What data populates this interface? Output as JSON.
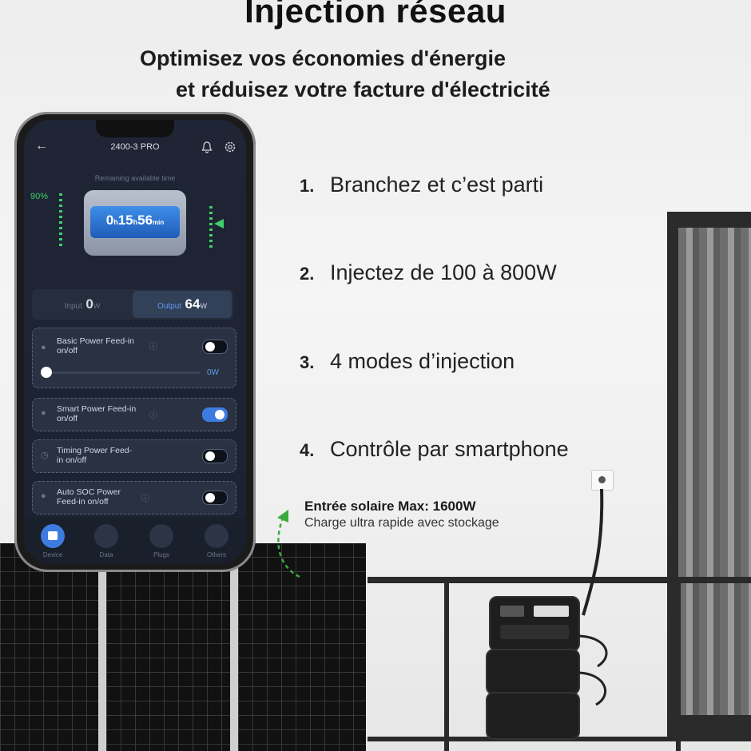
{
  "header": {
    "title": "Injection réseau",
    "subtitle_line1": "Optimisez vos économies d'énergie",
    "subtitle_line2": "et réduisez votre facture d'électricité"
  },
  "steps": [
    {
      "num": "1.",
      "text": "Branchez et c’est parti"
    },
    {
      "num": "2.",
      "text": "Injectez de 100 à 800W"
    },
    {
      "num": "3.",
      "text": "4 modes d’injection"
    },
    {
      "num": "4.",
      "text": "Contrôle par smartphone"
    }
  ],
  "solar": {
    "title": "Entrée solaire Max: 1600W",
    "subtitle": "Charge ultra rapide avec stockage"
  },
  "app": {
    "device_name": "2400-3 PRO",
    "remaining_label": "Remaining available time",
    "battery_percent": "90%",
    "time_h": "0",
    "time_h_unit": "h",
    "time_m": "15",
    "time_m_unit": "h",
    "time_s": "56",
    "time_s_unit": "min",
    "input_label": "Input",
    "input_value": "0",
    "input_unit": "W",
    "output_label": "Output",
    "output_value": "64",
    "output_unit": "W",
    "modes": [
      {
        "label_line1": "Basic Power Feed-in",
        "label_line2": "on/off",
        "enabled": false
      },
      {
        "label_line1": "Smart Power Feed-in",
        "label_line2": "on/off",
        "enabled": true
      },
      {
        "label_line1": "Timing Power Feed-",
        "label_line2": "in on/off",
        "enabled": false
      },
      {
        "label_line1": "Auto SOC Power",
        "label_line2": "Feed-in on/off",
        "enabled": false
      }
    ],
    "basic_slider_value": "0W",
    "nav": [
      {
        "label": "Device",
        "icon": "device-icon"
      },
      {
        "label": "Data",
        "icon": "data-icon"
      },
      {
        "label": "Plugs",
        "icon": "plug-icon"
      },
      {
        "label": "Others",
        "icon": "settings-sliders-icon"
      }
    ]
  },
  "colors": {
    "accent": "#3d7be0",
    "battery_green": "#3fcf6a",
    "app_bg": "#1f2535"
  }
}
